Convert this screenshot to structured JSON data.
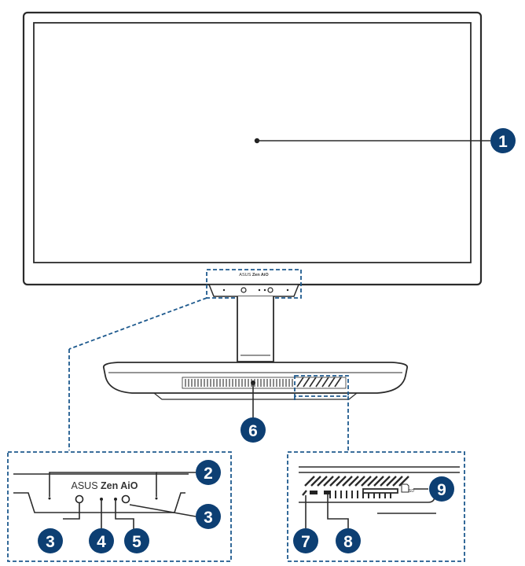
{
  "brand": {
    "prefix": "ASUS ",
    "emphasis": "Zen AiO"
  },
  "sd_label": "SD",
  "callouts": {
    "c1": "1",
    "c2": "2",
    "c3_left": "3",
    "c3_right": "3",
    "c4": "4",
    "c5": "5",
    "c6": "6",
    "c7": "7",
    "c8": "8",
    "c9": "9"
  },
  "colors": {
    "outline": "#2b2b2b",
    "callout_fill": "#0d3f73",
    "dashed_line": "#1e5a8e",
    "dot": "#222222"
  }
}
